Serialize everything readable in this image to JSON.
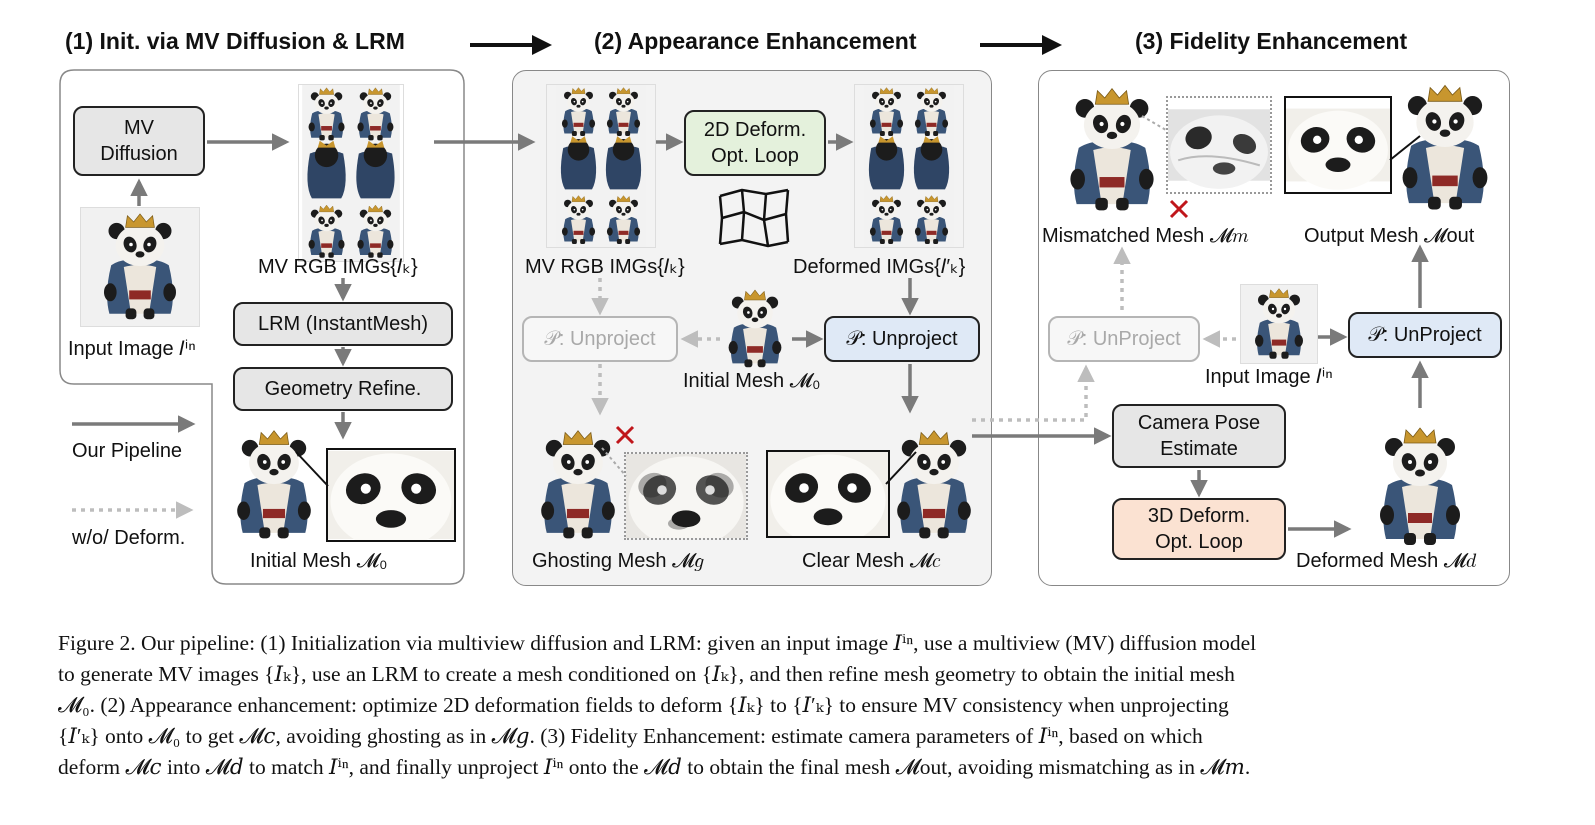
{
  "stages": {
    "s1_title": "(1) Init. via MV Diffusion & LRM",
    "s2_title": "(2) Appearance  Enhancement",
    "s3_title": "(3) Fidelity Enhancement"
  },
  "panel1": {
    "mv_diffusion": "MV\nDiffusion",
    "input_image": "Input Image 𝐼ⁱⁿ",
    "mv_rgb": "MV RGB IMGs{𝐼ₖ}",
    "lrm": "LRM (InstantMesh)",
    "geometry_refine": "Geometry Refine.",
    "initial_mesh": "Initial Mesh 𝓜₀"
  },
  "legend": {
    "solid": "Our Pipeline",
    "dotted": "w/o/ Deform."
  },
  "panel2": {
    "mv_rgb": "MV RGB IMGs{𝐼ₖ}",
    "deform_loop": "2D Deform.\nOpt. Loop",
    "deformed_imgs": "Deformed IMGs{𝐼′ₖ}",
    "unproject_faded": "𝒫: Unproject",
    "unproject": "𝒫: Unproject",
    "initial_mesh": "Initial Mesh 𝓜₀",
    "ghosting_mesh": "Ghosting Mesh 𝓜𝑔",
    "clear_mesh": "Clear Mesh 𝓜𝑐"
  },
  "panel3": {
    "mismatched_mesh": "Mismatched Mesh 𝓜𝑚",
    "output_mesh": "Output Mesh 𝓜out",
    "unproject_faded": "𝒫: UnProject",
    "unproject": "𝒫: UnProject",
    "input_image": "Input Image 𝐼ⁱⁿ",
    "camera_pose": "Camera Pose\nEstimate",
    "deform_3d": "3D Deform.\nOpt. Loop",
    "deformed_mesh": "Deformed Mesh 𝓜𝑑"
  },
  "caption": {
    "lines": [
      "Figure 2. Our pipeline: (1) Initialization via multiview diffusion and LRM: given an input image 𝐼ⁱⁿ, use a multiview (MV) diffusion model",
      "to generate MV images {𝐼ₖ}, use an LRM to create a mesh conditioned on {𝐼ₖ}, and then refine mesh geometry to obtain the initial mesh",
      "𝓜₀. (2) Appearance enhancement: optimize 2D deformation fields to deform {𝐼ₖ} to {𝐼′ₖ} to ensure MV consistency when unprojecting",
      "{𝐼′ₖ} onto 𝓜₀ to get 𝓜𝑐, avoiding ghosting as in 𝓜𝑔. (3) Fidelity Enhancement: estimate camera parameters of 𝐼ⁱⁿ, based on which",
      "deform 𝓜𝑐 into 𝓜𝑑 to match 𝐼ⁱⁿ, and finally unproject 𝐼ⁱⁿ onto the 𝓜𝑑 to obtain the final mesh 𝓜out, avoiding mismatching as in 𝓜𝑚."
    ]
  },
  "colors": {
    "arrow": "#7a7a7a",
    "dotted_arrow": "#bdbdbd",
    "panda_black": "#1c1c1c",
    "crown": "#c8962e",
    "robe": "#3a5578",
    "cross": "#c0161b"
  }
}
